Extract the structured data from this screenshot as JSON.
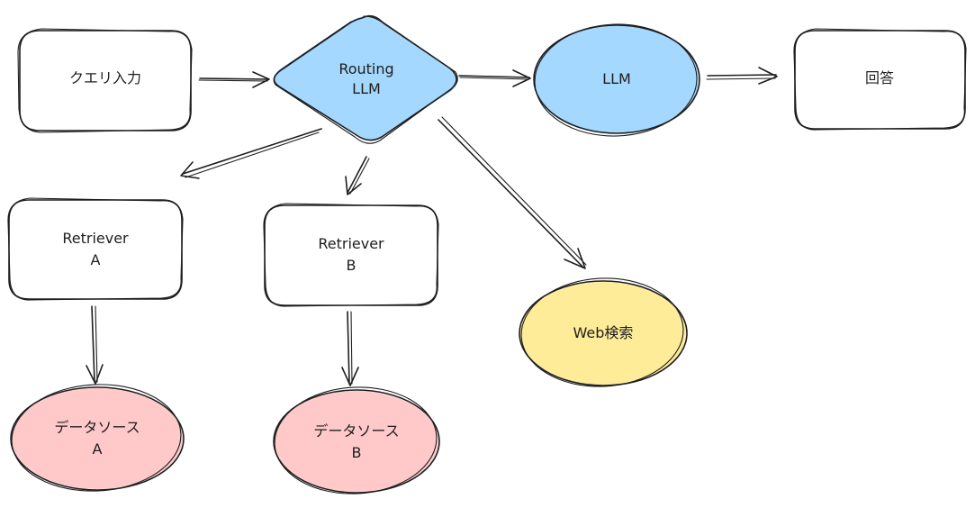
{
  "nodes": {
    "query_input": {
      "label": "クエリ入力"
    },
    "routing_llm": {
      "line1": "Routing",
      "line2": "LLM"
    },
    "llm": {
      "label": "LLM"
    },
    "answer": {
      "label": "回答"
    },
    "retriever_a": {
      "line1": "Retriever",
      "line2": "A"
    },
    "retriever_b": {
      "line1": "Retriever",
      "line2": "B"
    },
    "web_search": {
      "label": "Web検索"
    },
    "datasource_a": {
      "line1": "データソース",
      "line2": "A"
    },
    "datasource_b": {
      "line1": "データソース",
      "line2": "B"
    }
  },
  "colors": {
    "blue_fill": "#a5d8ff",
    "yellow_fill": "#ffec99",
    "red_fill": "#ffc9c9",
    "stroke": "#1e1e1e"
  }
}
